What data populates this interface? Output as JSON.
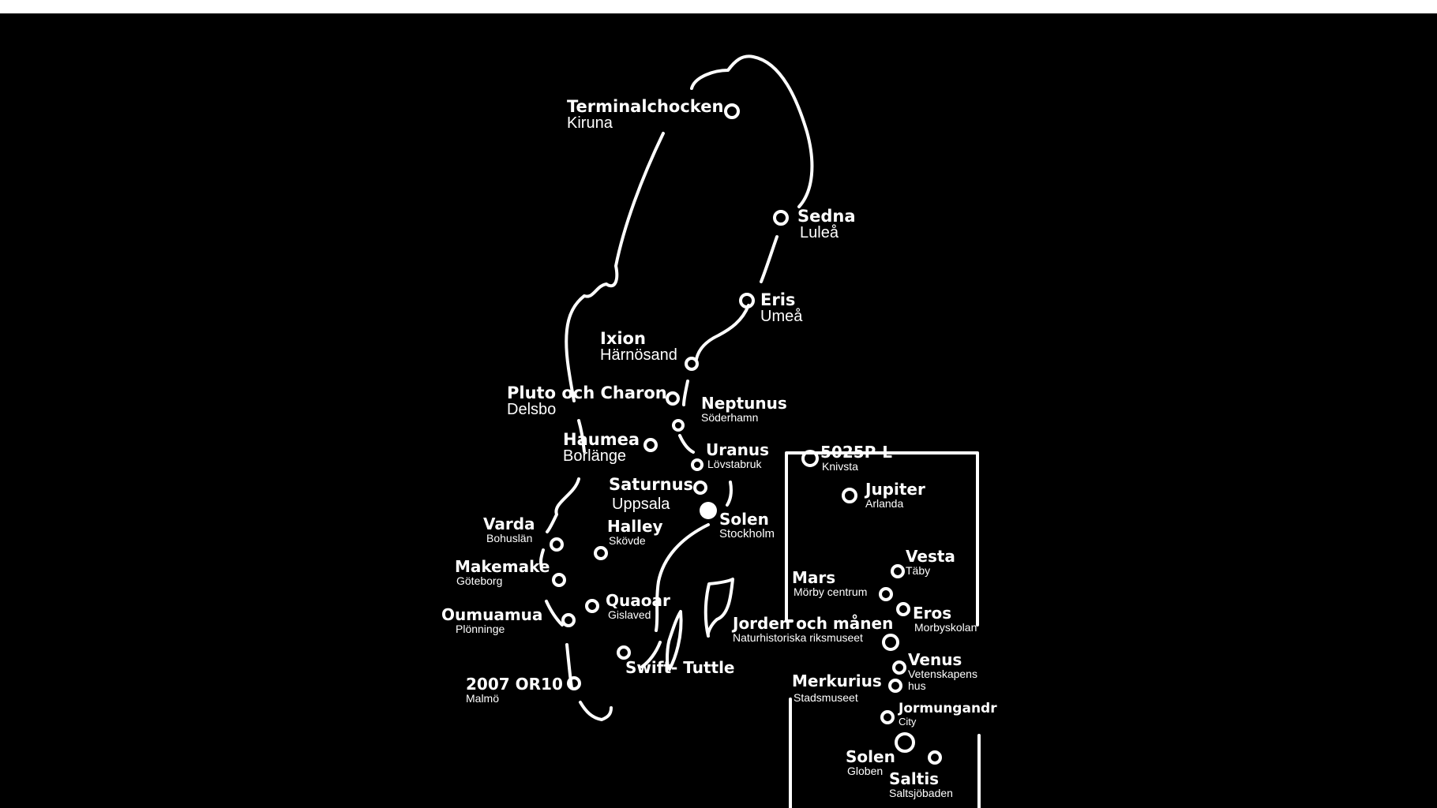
{
  "map": {
    "accent_color": "#ffffff",
    "background_color": "#000000",
    "stations": [
      {
        "id": "terminalchocken",
        "name": "Terminalchocken",
        "place": "Kiruna"
      },
      {
        "id": "sedna",
        "name": "Sedna",
        "place": "Luleå"
      },
      {
        "id": "eris",
        "name": "Eris",
        "place": "Umeå"
      },
      {
        "id": "ixion",
        "name": "Ixion",
        "place": "Härnösand"
      },
      {
        "id": "pluto",
        "name": "Pluto och Charon",
        "place": "Delsbo"
      },
      {
        "id": "neptunus",
        "name": "Neptunus",
        "place": "Söderhamn"
      },
      {
        "id": "haumea",
        "name": "Haumea",
        "place": "Borlänge"
      },
      {
        "id": "uranus",
        "name": "Uranus",
        "place": "Lövstabruk"
      },
      {
        "id": "saturnus",
        "name": "Saturnus",
        "place": "Uppsala"
      },
      {
        "id": "solen",
        "name": "Solen",
        "place": "Stockholm"
      },
      {
        "id": "varda",
        "name": "Varda",
        "place": "Bohuslän"
      },
      {
        "id": "halley",
        "name": "Halley",
        "place": "Skövde"
      },
      {
        "id": "makemake",
        "name": "Makemake",
        "place": "Göteborg"
      },
      {
        "id": "quaoar",
        "name": "Quaoar",
        "place": "Gislaved"
      },
      {
        "id": "oumuamua",
        "name": "Oumuamua",
        "place": "Plönninge"
      },
      {
        "id": "swift_tuttle",
        "name": "Swift- Tuttle",
        "place": ""
      },
      {
        "id": "or10",
        "name": "2007 OR10",
        "place": "Malmö"
      }
    ],
    "inset": {
      "stations": [
        {
          "id": "p5025",
          "name": "5025P-L",
          "place": "Knivsta"
        },
        {
          "id": "jupiter",
          "name": "Jupiter",
          "place": "Arlanda"
        },
        {
          "id": "vesta",
          "name": "Vesta",
          "place": "Täby"
        },
        {
          "id": "mars",
          "name": "Mars",
          "place": "Mörby centrum"
        },
        {
          "id": "eros",
          "name": "Eros",
          "place": "Morbyskolan"
        },
        {
          "id": "jorden",
          "name": "Jorden och månen",
          "place": "Naturhistoriska riksmuseet"
        },
        {
          "id": "venus",
          "name": "Venus",
          "place": "Vetenskapens hus"
        },
        {
          "id": "merkurius",
          "name": "Merkurius",
          "place": "Stadsmuseet"
        },
        {
          "id": "jormungandr",
          "name": "Jormungandr",
          "place": "City"
        },
        {
          "id": "solen_globen",
          "name": "Solen",
          "place": "Globen"
        },
        {
          "id": "saltis",
          "name": "Saltis",
          "place": "Saltsjöbaden"
        }
      ]
    }
  }
}
